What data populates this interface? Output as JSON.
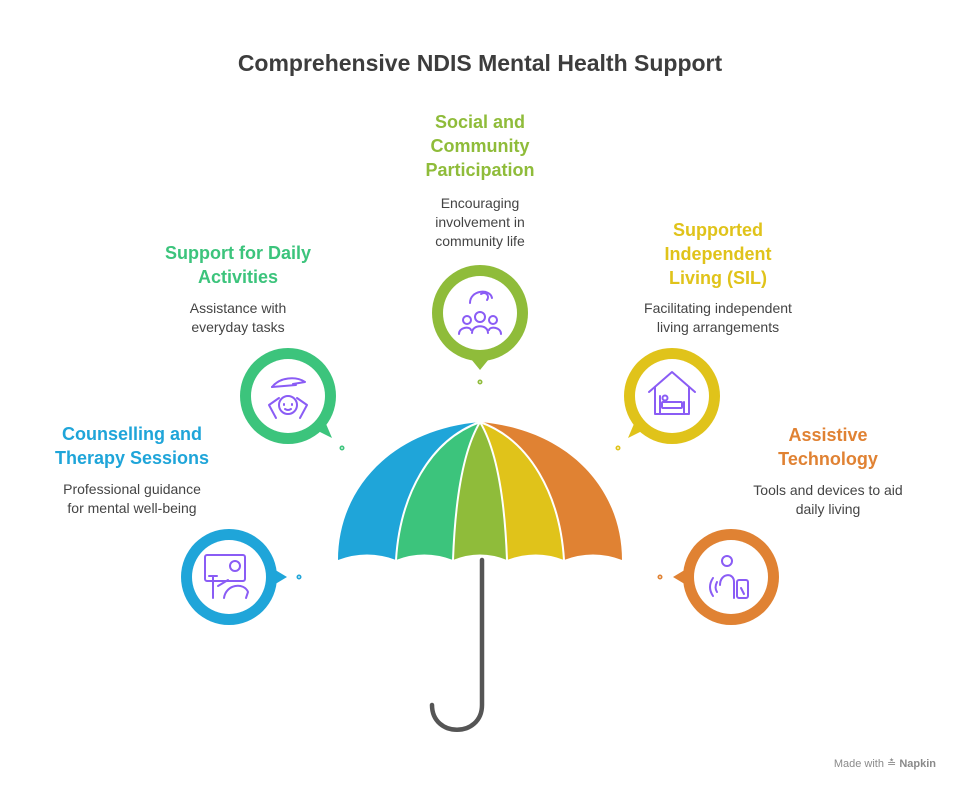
{
  "title": "Comprehensive NDIS Mental Health Support",
  "items": [
    {
      "heading": "Counselling and\nTherapy Sessions",
      "description": "Professional guidance\nfor mental well-being",
      "color": "#1fa5d9",
      "icon": "therapy-session-icon"
    },
    {
      "heading": "Support for Daily\nActivities",
      "description": "Assistance with\neveryday tasks",
      "color": "#3cc47c",
      "icon": "caring-hand-icon"
    },
    {
      "heading": "Social and\nCommunity\nParticipation",
      "description": "Encouraging\ninvolvement in\ncommunity life",
      "color": "#8fbc3a",
      "icon": "community-group-icon"
    },
    {
      "heading": "Supported\nIndependent\nLiving (SIL)",
      "description": "Facilitating independent\nliving arrangements",
      "color": "#e0c31a",
      "icon": "house-bed-icon"
    },
    {
      "heading": "Assistive\nTechnology",
      "description": "Tools and devices to aid\ndaily living",
      "color": "#e08233",
      "icon": "assistive-device-icon"
    }
  ],
  "umbrella": {
    "panel_colors": [
      "#1fa5d9",
      "#3cc47c",
      "#8fbc3a",
      "#e0c31a",
      "#e08233"
    ],
    "handle_color": "#555555"
  },
  "footer": {
    "made_with": "Made with",
    "brand": "Napkin"
  }
}
